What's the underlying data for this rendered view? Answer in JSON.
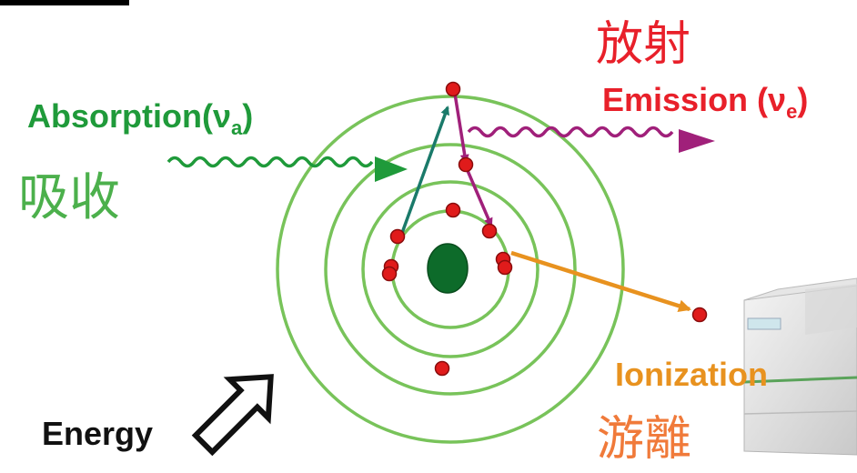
{
  "labels": {
    "absorption": "Absorption(ν",
    "absorption_sub": "a",
    "absorption_close": ")",
    "absorption_cn": "吸收",
    "emission": "Emission (ν",
    "emission_sub": "e",
    "emission_close": ")",
    "emission_cn": "放射",
    "ionization": "Ionization",
    "ionization_cn": "游離",
    "energy": "Energy"
  },
  "colors": {
    "orbit": "#78c35a",
    "nucleus": "#0d6b2a",
    "electron": "#e01b1b",
    "absorption": "#1f9a3a",
    "absorption_arrow": "#1a7a6a",
    "emission": "#e8202a",
    "emission_arrow": "#a0207a",
    "ionization": "#e8921f",
    "energy": "#111111",
    "corner_bar": "#000000"
  },
  "icons": {
    "energy": "outline-arrow-icon",
    "instrument": "spectrometer-instrument-icon"
  }
}
